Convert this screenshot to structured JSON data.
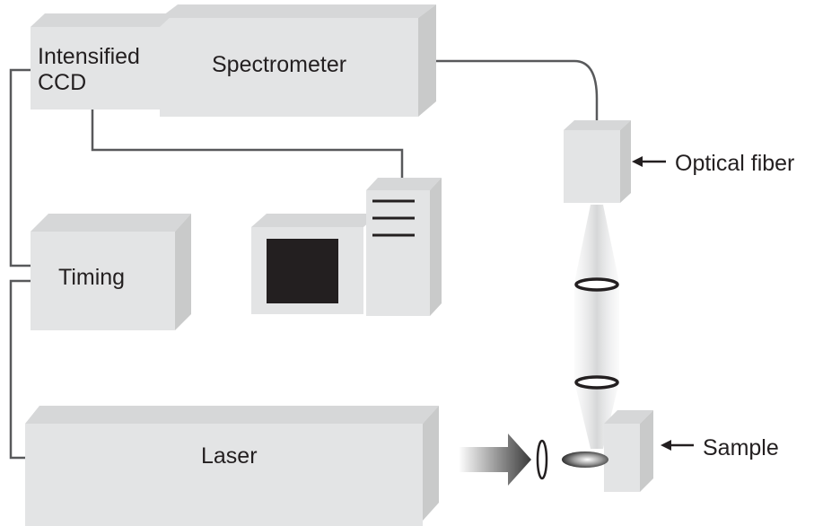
{
  "labels": {
    "ccd_line1": "Intensified",
    "ccd_line2": "CCD",
    "spectrometer": "Spectrometer",
    "timing": "Timing",
    "laser": "Laser",
    "optical_fiber": "Optical fiber",
    "sample": "Sample"
  },
  "colors": {
    "box_front": "#e3e4e5",
    "box_top": "#d6d7d8",
    "box_side": "#c9caca",
    "line": "#58595b",
    "screen": "#231f20",
    "text": "#231f20"
  },
  "icons": {
    "computer": "computer-icon",
    "lens": "lens-icon",
    "arrow": "arrow-icon"
  }
}
